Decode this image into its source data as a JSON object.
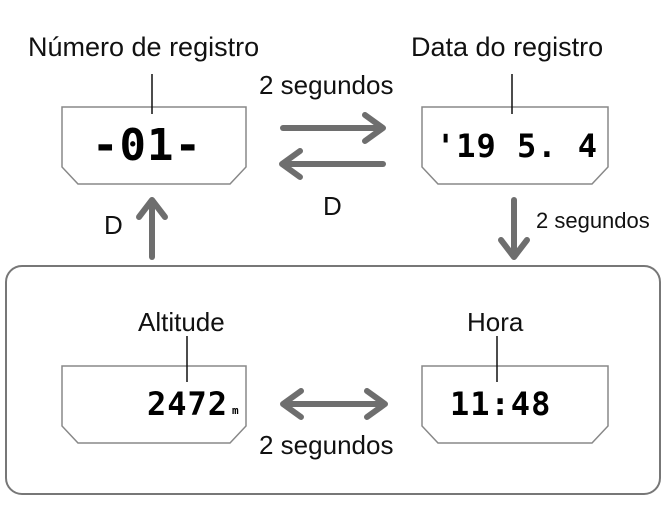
{
  "top_left": {
    "label": "Número de registro",
    "display": "-01-"
  },
  "top_right": {
    "label": "Data do registro",
    "display_year": "'19",
    "display_date": "5. 4"
  },
  "bottom_left": {
    "label": "Altitude",
    "display": "2472",
    "unit": "m"
  },
  "bottom_right": {
    "label": "Hora",
    "display": "11:48"
  },
  "arrows": {
    "top_forward": "2 segundos",
    "top_back": "D",
    "right_down": "2 segundos",
    "left_up": "D",
    "bottom_both": "2 segundos"
  },
  "colors": {
    "arrow": "#6e6e6e",
    "outline": "#777777"
  }
}
